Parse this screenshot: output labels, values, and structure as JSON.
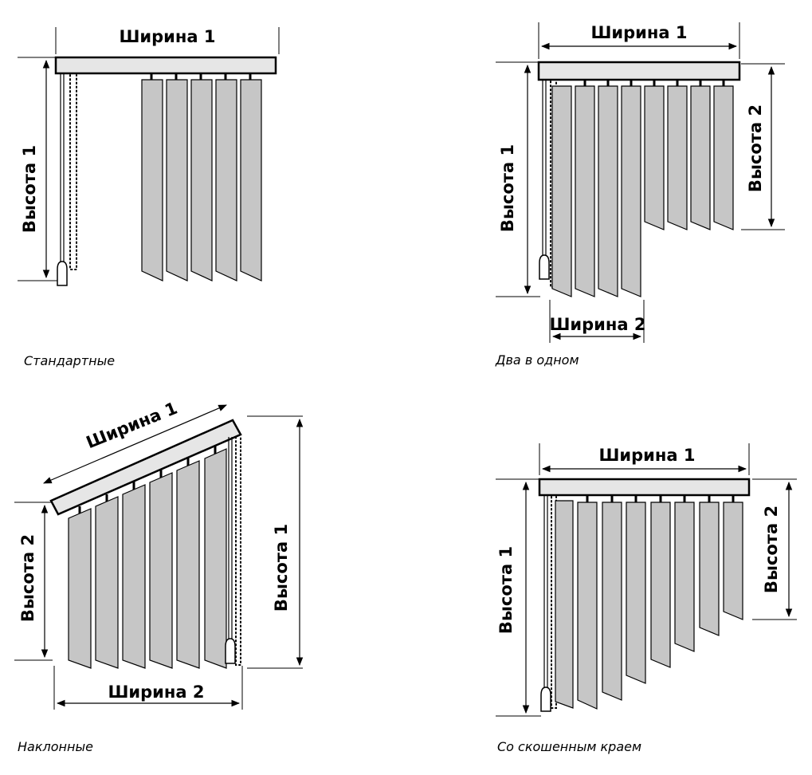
{
  "panels": [
    {
      "id": "standard",
      "caption": "Стандартные",
      "labels": {
        "width1": "Ширина 1",
        "height1": "Высота 1"
      }
    },
    {
      "id": "two-in-one",
      "caption": "Два в одном",
      "labels": {
        "width1": "Ширина 1",
        "width2": "Ширина 2",
        "height1": "Высота 1",
        "height2": "Высота 2"
      }
    },
    {
      "id": "inclined",
      "caption": "Наклонные",
      "labels": {
        "width1": "Ширина  1",
        "width2": "Ширина 2",
        "height1": "Высота 1",
        "height2": "Высота 2"
      }
    },
    {
      "id": "beveled",
      "caption": "Со скошенным краем",
      "labels": {
        "width1": "Ширина 1",
        "height1": "Высота 1",
        "height2": "Высота 2"
      }
    }
  ],
  "colors": {
    "slat": "#c6c6c6",
    "rail": "#e6e6e6",
    "line": "#000000"
  }
}
